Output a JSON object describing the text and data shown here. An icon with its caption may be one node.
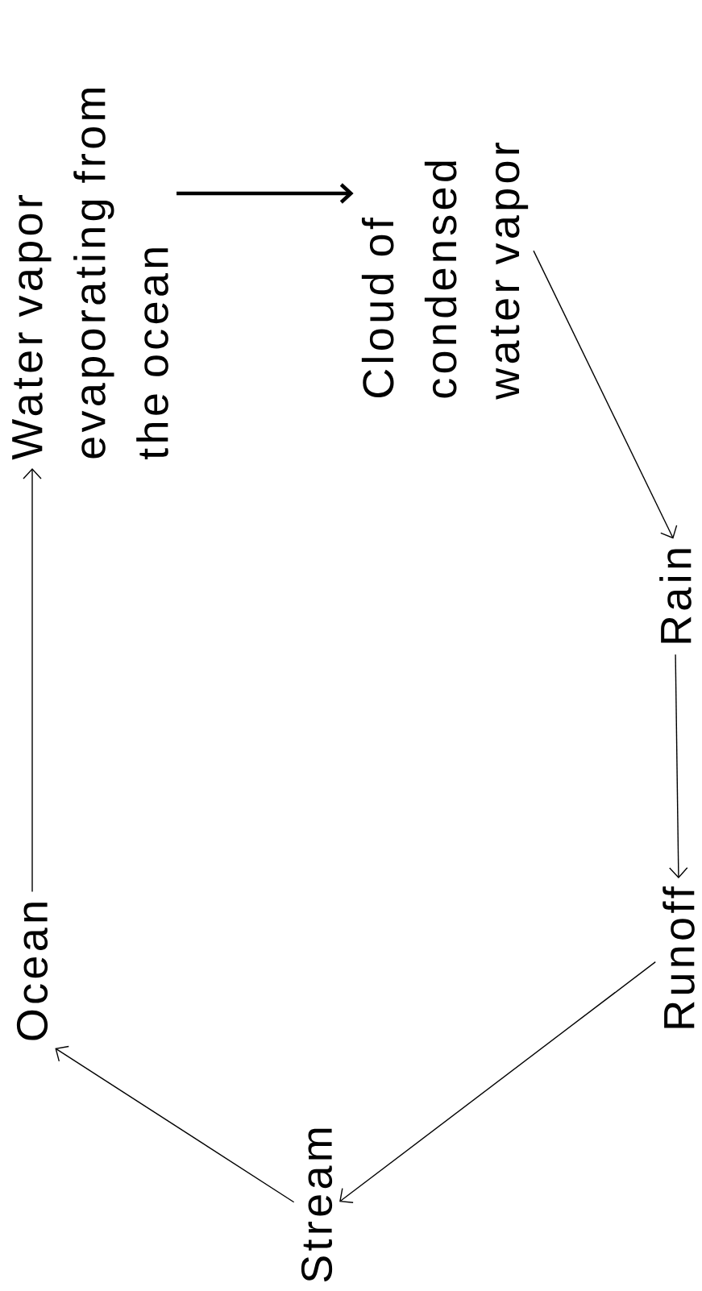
{
  "diagram": {
    "nodes": [
      {
        "text": [
          "Water vapor evaporating from the ocean"
        ]
      },
      {
        "text": [
          "Cloud of condensed water vapor"
        ]
      },
      {
        "text": [
          "Rain"
        ]
      },
      {
        "text": [
          "Runoff"
        ]
      },
      {
        "text": [
          "Stream"
        ]
      },
      {
        "text": [
          "Ocean"
        ]
      }
    ],
    "edges": [
      {
        "from": 5,
        "to": 0,
        "arrow": "to"
      },
      {
        "from": 0,
        "to": 1,
        "arrow": "to",
        "style": "thick"
      },
      {
        "from": 1,
        "to": 2,
        "arrow": "to"
      },
      {
        "from": 2,
        "to": 3,
        "arrow": "to"
      },
      {
        "from": 3,
        "to": 4,
        "arrow": "to"
      },
      {
        "from": 4,
        "to": 5,
        "arrow": "to"
      }
    ]
  }
}
